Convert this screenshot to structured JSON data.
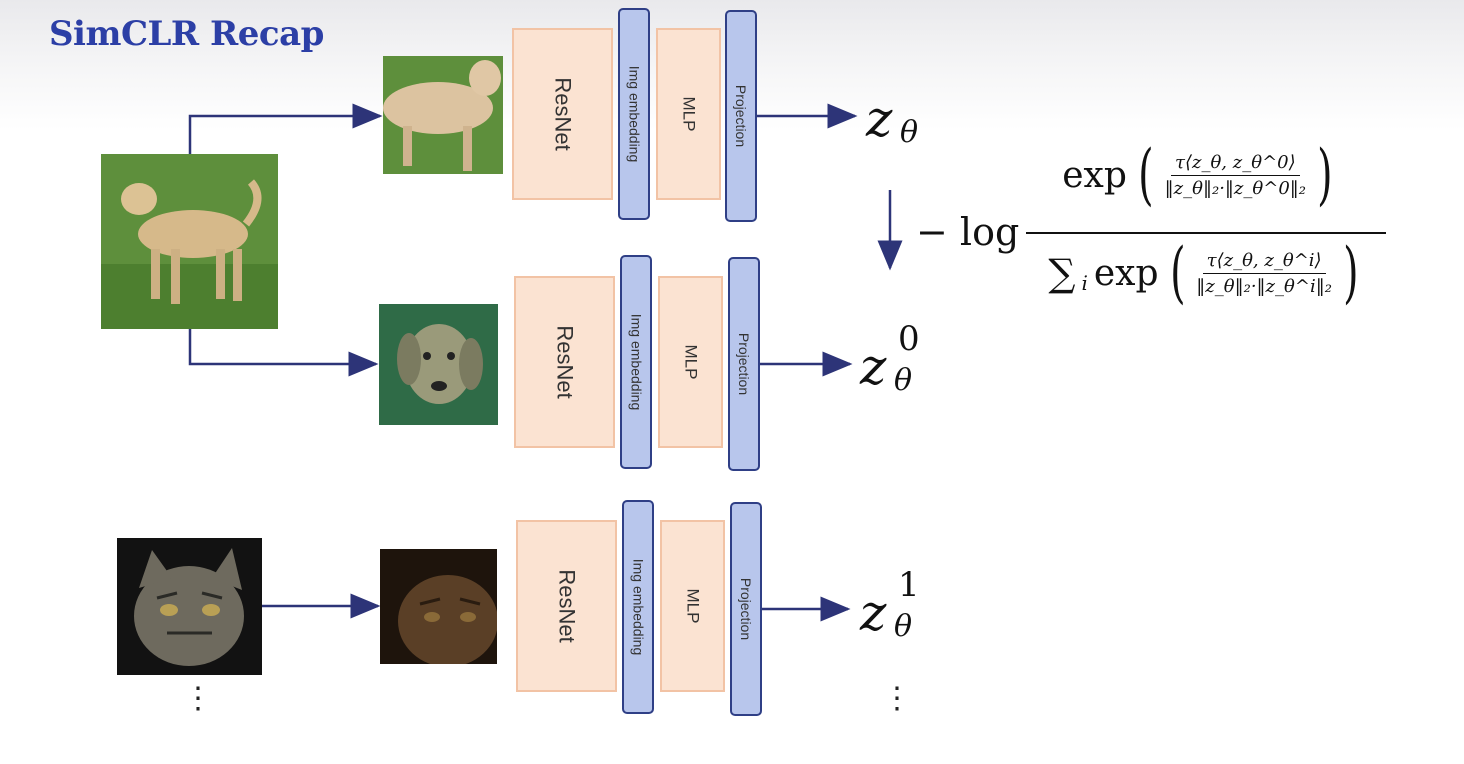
{
  "slide": {
    "title": "SimCLR Recap",
    "title_color": "#2c3fa6",
    "arrow_color": "#2d3478"
  },
  "pipelines": [
    {
      "block_resnet": "ResNet",
      "block_embedding": "Img embedding",
      "block_mlp": "MLP",
      "block_projection": "Projection",
      "output_symbol": "z",
      "output_subscript": "θ",
      "output_superscript": ""
    },
    {
      "block_resnet": "ResNet",
      "block_embedding": "Img embedding",
      "block_mlp": "MLP",
      "block_projection": "Projection",
      "output_symbol": "z",
      "output_subscript": "θ",
      "output_superscript": "0"
    },
    {
      "block_resnet": "ResNet",
      "block_embedding": "Img embedding",
      "block_mlp": "MLP",
      "block_projection": "Projection",
      "output_symbol": "z",
      "output_subscript": "θ",
      "output_superscript": "1"
    }
  ],
  "images": {
    "dog_original": "dog photo",
    "dog_view_a": "dog crop",
    "dog_view_b": "dog head crop",
    "cat_original": "cat photo",
    "cat_view": "cat dark crop"
  },
  "ellipsis": "⋮",
  "loss": {
    "prefix": "− log",
    "numerator": {
      "func": "exp",
      "frac_top": "τ⟨z_θ, z_θ^0⟩",
      "frac_bottom": "‖z_θ‖₂·‖z_θ^0‖₂"
    },
    "denominator": {
      "sum": "∑",
      "sum_index": "i",
      "func": "exp",
      "frac_top": "τ⟨z_θ, z_θ^i⟩",
      "frac_bottom": "‖z_θ‖₂·‖z_θ^i‖₂"
    }
  }
}
